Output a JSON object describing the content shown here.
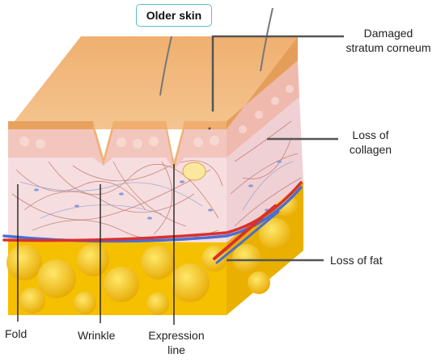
{
  "title": "Older skin",
  "labels": {
    "stratum": "Damaged stratum corneum",
    "stratum_line1": "Damaged",
    "stratum_line2": "stratum corneum",
    "collagen_line1": "Loss of",
    "collagen_line2": "collagen",
    "fat": "Loss of fat",
    "fold": "Fold",
    "wrinkle": "Wrinkle",
    "expression_line1": "Expression",
    "expression_line2": "line"
  },
  "colors": {
    "stratum_top": "#f2b67a",
    "stratum_side": "#e8a260",
    "dermis": "#f7dfe2",
    "fat": "#f5c400",
    "artery": "#d93030",
    "vein": "#4a6fd0",
    "callout_line": "#555555",
    "title_border": "#5bbcd0"
  }
}
